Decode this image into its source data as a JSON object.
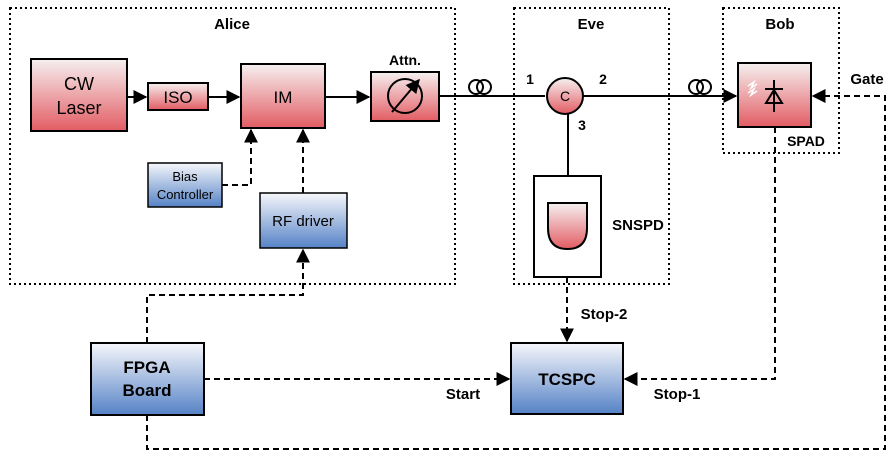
{
  "groups": {
    "alice": "Alice",
    "eve": "Eve",
    "bob": "Bob"
  },
  "components": {
    "cw_laser": [
      "CW",
      "Laser"
    ],
    "iso": "ISO",
    "im": "IM",
    "attn": "Attn.",
    "bias_controller": [
      "Bias",
      "Controller"
    ],
    "rf_driver": "RF driver",
    "circulator": "C",
    "snspd": "SNSPD",
    "spad": "SPAD",
    "fpga": [
      "FPGA",
      "Board"
    ],
    "tcspc": "TCSPC"
  },
  "ports": {
    "p1": "1",
    "p2": "2",
    "p3": "3"
  },
  "signals": {
    "gate": "Gate",
    "start": "Start",
    "stop1": "Stop-1",
    "stop2": "Stop-2"
  },
  "colors": {
    "red_top": "#f4f4f4",
    "red_bottom": "#e46a70",
    "blue_top": "#f4f6fb",
    "blue_bottom": "#5a86c8"
  }
}
